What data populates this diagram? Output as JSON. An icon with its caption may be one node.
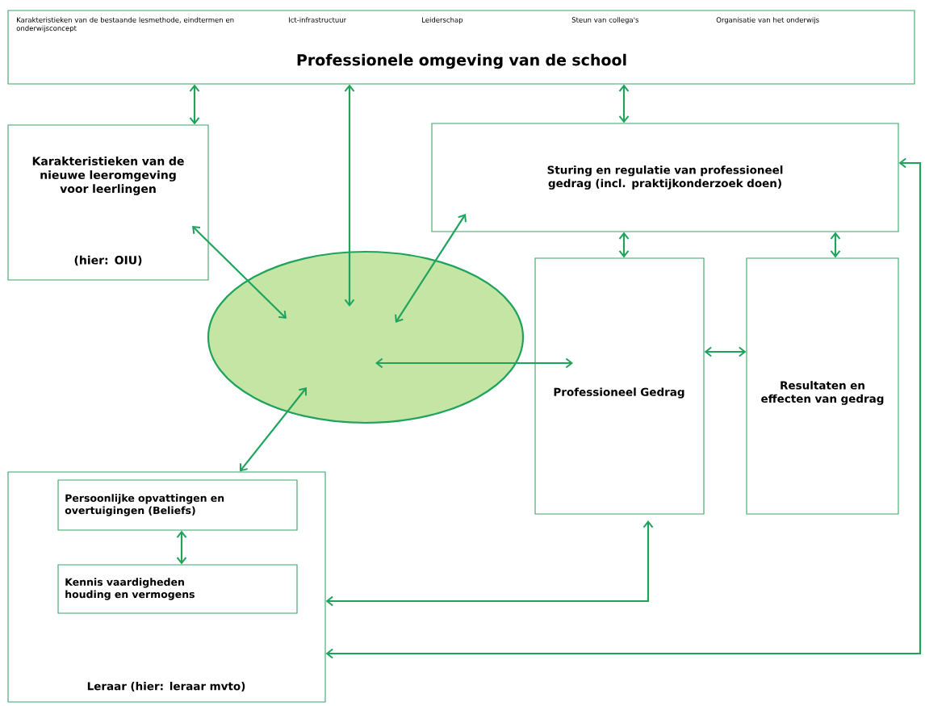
{
  "diagram": {
    "nodes": [
      {
        "text": [
          "Karakteristieken van de bestaande lesmethode, eindtermen en onderwijsconcept",
          "Ict-infrastructuur",
          "Leiderschap",
          "Steun van collega's",
          "Organisatie van het onderwijs",
          "Professionele omgeving van de school"
        ]
      },
      {
        "text": [
          "Karakteristieken van de nieuwe leeromgeving voor leerlingen",
          "(hier: OIU)"
        ]
      },
      {
        "text": [
          "Sturing en regulatie van professioneel gedrag (incl. praktijkonderzoek doen)"
        ]
      },
      {
        "text": [],
        "shape": "ellipse"
      },
      {
        "text": [
          "Professioneel Gedrag"
        ]
      },
      {
        "text": [
          "Resultaten en effecten van gedrag"
        ]
      },
      {
        "text": [
          "Leraar (hier: leraar mvto)"
        ]
      },
      {
        "text": [
          "Persoonlijke opvattingen en overtuigingen (Beliefs)"
        ],
        "in": 6
      },
      {
        "text": [
          "Kennis vaardigheden houding en vermogens"
        ],
        "in": 6
      }
    ],
    "edges": [
      {
        "from": 0,
        "to": 1,
        "arrow": "both"
      },
      {
        "from": 0,
        "to": 3,
        "arrow": "both"
      },
      {
        "from": 0,
        "to": 2,
        "arrow": "both"
      },
      {
        "from": 1,
        "to": 3,
        "arrow": "both"
      },
      {
        "from": 3,
        "to": 2,
        "arrow": "both"
      },
      {
        "from": 3,
        "to": 4,
        "arrow": "both"
      },
      {
        "from": 3,
        "to": 6,
        "arrow": "both"
      },
      {
        "from": 2,
        "to": 4,
        "arrow": "both"
      },
      {
        "from": 2,
        "to": 5,
        "arrow": "both"
      },
      {
        "from": 4,
        "to": 5,
        "arrow": "both"
      },
      {
        "from": 7,
        "to": 8,
        "arrow": "both"
      },
      {
        "from": 6,
        "to": 4,
        "arrow": "both"
      },
      {
        "from": 2,
        "to": 6,
        "arrow": "both"
      }
    ]
  }
}
